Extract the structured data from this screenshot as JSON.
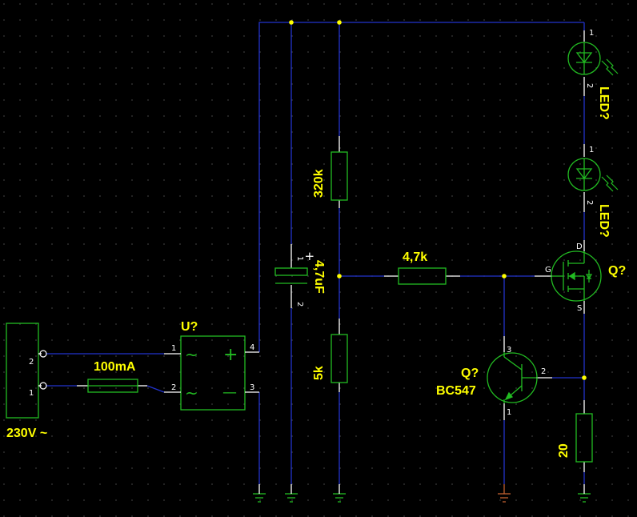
{
  "colors": {
    "background": "#000000",
    "grid": "#333333",
    "wire": "#2233cc",
    "component": "#22bb22",
    "pin_line": "#ffffff",
    "label": "#ffff00",
    "junction": "#ffff00",
    "ground": "#22bb22",
    "ground_transistor": "#c06030"
  },
  "connector": {
    "ref": "230V ~",
    "pins": [
      "2",
      "1"
    ]
  },
  "fuse": {
    "value": "100mA"
  },
  "bridge": {
    "ref": "U?",
    "pins": [
      "1",
      "2",
      "4",
      "3"
    ],
    "symbols": {
      "ac": "~",
      "plus": "+",
      "minus": "—"
    }
  },
  "capacitor": {
    "value": "4,7uF",
    "pins": [
      "1",
      "2"
    ],
    "polarity": "+"
  },
  "resistors": {
    "r_top": "320k",
    "r_bottom": "5k",
    "r_gate": "4,7k",
    "r_sense": "20"
  },
  "leds": [
    {
      "ref": "LED?",
      "pins": [
        "1",
        "2"
      ]
    },
    {
      "ref": "LED?",
      "pins": [
        "1",
        "2"
      ]
    }
  ],
  "mosfet": {
    "ref": "Q?",
    "pins": {
      "drain": "D",
      "gate": "G",
      "source": "S"
    }
  },
  "bjt": {
    "ref": "Q?",
    "value": "BC547",
    "pins": {
      "collector": "3",
      "base": "2",
      "emitter": "1"
    }
  }
}
